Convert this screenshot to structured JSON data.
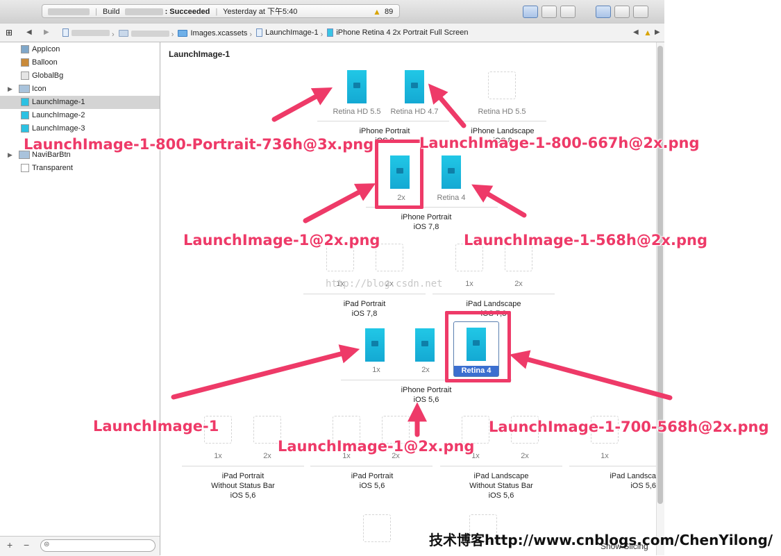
{
  "toolbar": {
    "build_label": "Build",
    "build_status": ": Succeeded",
    "time": "Yesterday at 下午5:40",
    "warning_count": "89"
  },
  "jumpbar": {
    "crumbs": [
      "Images.xcassets",
      "LaunchImage-1",
      "iPhone Retina 4 2x Portrait Full Screen"
    ]
  },
  "sidebar": {
    "items": [
      {
        "label": "AppIcon"
      },
      {
        "label": "Balloon"
      },
      {
        "label": "GlobalBg"
      },
      {
        "label": "Icon"
      },
      {
        "label": "LaunchImage-1"
      },
      {
        "label": "LaunchImage-2"
      },
      {
        "label": "LaunchImage-3"
      },
      {
        "label": "NaviBarBtn"
      },
      {
        "label": "Transparent"
      }
    ]
  },
  "main": {
    "title": "LaunchImage-1",
    "slots": {
      "retina_hd_55": "Retina HD 5.5",
      "retina_hd_47": "Retina HD 4.7",
      "retina_hd_55_land": "Retina HD 5.5",
      "x2": "2x",
      "retina4": "Retina 4",
      "x1": "1x",
      "retina4_sel": "Retina 4"
    },
    "groups": {
      "iphone_portrait_ios8": "iPhone Portrait",
      "ios8": "iOS 8",
      "iphone_landscape": "iPhone Landscape",
      "iphone_portrait_ios78": "iPhone Portrait",
      "ios78": "iOS 7,8",
      "ipad_portrait": "iPad Portrait",
      "ipad_portrait_ios": "iOS 7,8",
      "ipad_landscape": "iPad Landscape",
      "iphone_portrait_ios56": "iPhone Portrait",
      "ios56": "iOS 5,6",
      "ipad_portrait_nsb": "iPad Portrait",
      "without_status_bar": "Without Status Bar",
      "ipad_portrait_56": "iPad Portrait",
      "ipad_landscape_nsb": "iPad Landscape",
      "ipad_landscape_trunc": "iPad Landsca"
    },
    "watermark": "http://blog.csdn.net",
    "show_slicing": "Show Slicing"
  },
  "annotations": {
    "a1": "LaunchImage-1-800-Portrait-736h@3x.png",
    "a2": "LaunchImage-1-800-667h@2x.png",
    "a3": "LaunchImage-1@2x.png",
    "a4": "LaunchImage-1-568h@2x.png",
    "a5": "LaunchImage-1",
    "a6": "LaunchImage-1@2x.png",
    "a7": "LaunchImage-1-700-568h@2x.png"
  },
  "footer": "技术博客http://www.cnblogs.com/ChenYilong/",
  "colors": {
    "annotation": "#ee3a68",
    "selection": "#3b6fd0",
    "launch_image": "#21c7e6"
  }
}
